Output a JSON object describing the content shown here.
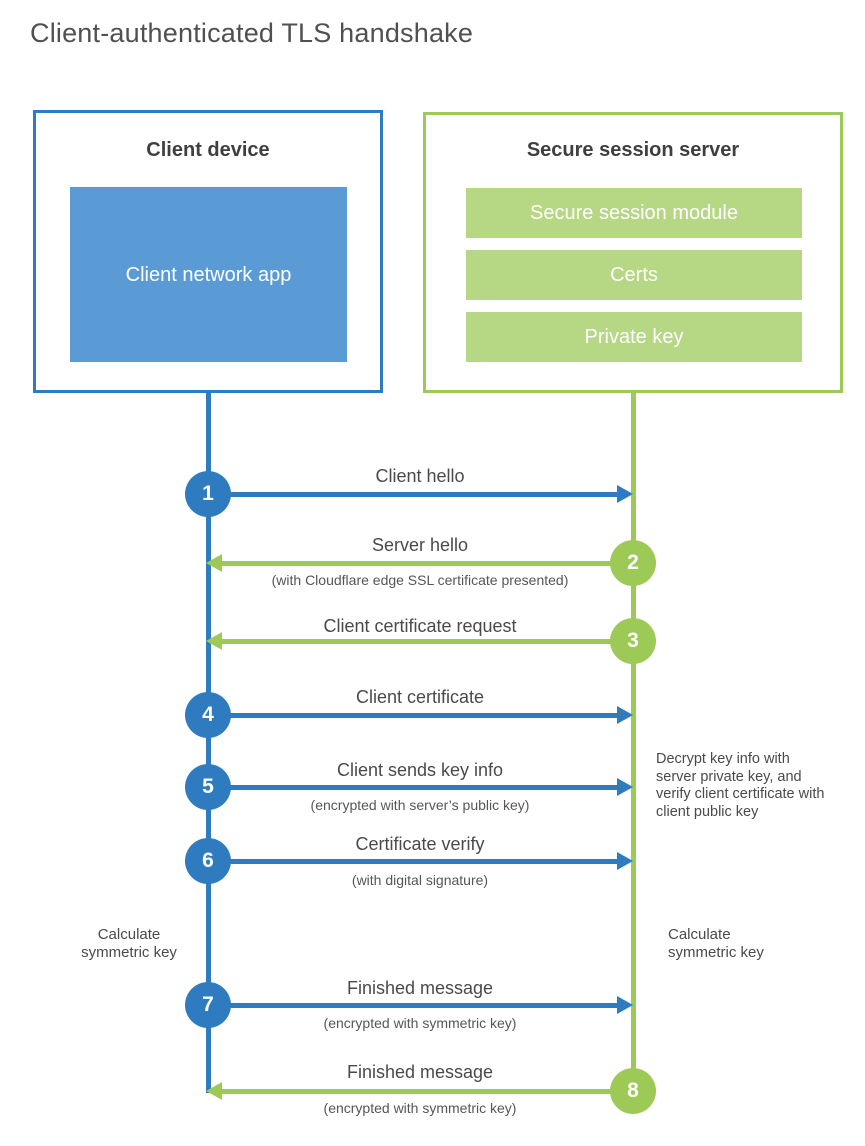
{
  "title": "Client-authenticated TLS handshake",
  "colors": {
    "client_accent": "#2e7cbf",
    "client_fill": "#5b9bd5",
    "server_accent": "#9dca57",
    "server_fill": "#b6d783"
  },
  "client_box": {
    "title": "Client device",
    "app_label": "Client network app"
  },
  "server_box": {
    "title": "Secure session server",
    "modules": [
      "Secure session module",
      "Certs",
      "Private key"
    ]
  },
  "steps": [
    {
      "num": "1",
      "from": "client",
      "direction": "right",
      "label": "Client hello",
      "sublabel": ""
    },
    {
      "num": "2",
      "from": "server",
      "direction": "left",
      "label": "Server hello",
      "sublabel": "(with Cloudflare edge SSL certificate presented)"
    },
    {
      "num": "3",
      "from": "server",
      "direction": "left",
      "label": "Client certificate request",
      "sublabel": ""
    },
    {
      "num": "4",
      "from": "client",
      "direction": "right",
      "label": "Client certificate",
      "sublabel": ""
    },
    {
      "num": "5",
      "from": "client",
      "direction": "right",
      "label": "Client sends key info",
      "sublabel": "(encrypted with server’s public key)"
    },
    {
      "num": "6",
      "from": "client",
      "direction": "right",
      "label": "Certificate verify",
      "sublabel": "(with digital signature)"
    },
    {
      "num": "7",
      "from": "client",
      "direction": "right",
      "label": "Finished message",
      "sublabel": "(encrypted with symmetric key)"
    },
    {
      "num": "8",
      "from": "server",
      "direction": "left",
      "label": "Finished message",
      "sublabel": "(encrypted with symmetric key)"
    }
  ],
  "notes": {
    "decrypt": "Decrypt key info with server private key, and verify client certificate with client public key",
    "calc_left": "Calculate symmetric key",
    "calc_right": "Calculate symmetric key"
  }
}
